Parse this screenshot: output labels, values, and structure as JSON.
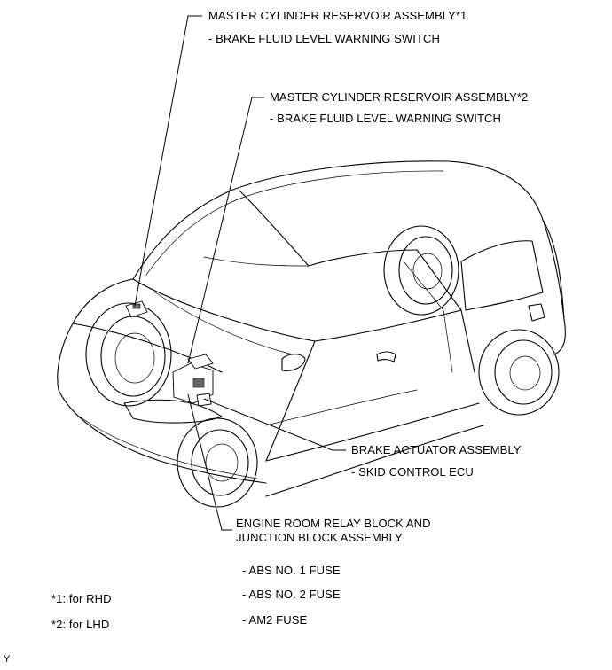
{
  "callouts": {
    "reservoir_rhd": {
      "title": "MASTER CYLINDER RESERVOIR ASSEMBLY*1",
      "item": "- BRAKE FLUID LEVEL WARNING SWITCH"
    },
    "reservoir_lhd": {
      "title": "MASTER CYLINDER RESERVOIR ASSEMBLY*2",
      "item": "- BRAKE FLUID LEVEL WARNING SWITCH"
    },
    "actuator": {
      "title": "BRAKE ACTUATOR ASSEMBLY",
      "item": "- SKID CONTROL ECU"
    },
    "relay_block": {
      "title_line1": "ENGINE ROOM RELAY BLOCK AND",
      "title_line2": "JUNCTION BLOCK ASSEMBLY",
      "items": [
        "- ABS NO. 1  FUSE",
        "- ABS NO. 2  FUSE",
        "- AM2 FUSE"
      ]
    }
  },
  "footnotes": [
    "*1: for RHD",
    "*2: for LHD"
  ],
  "corner_mark": "Y"
}
